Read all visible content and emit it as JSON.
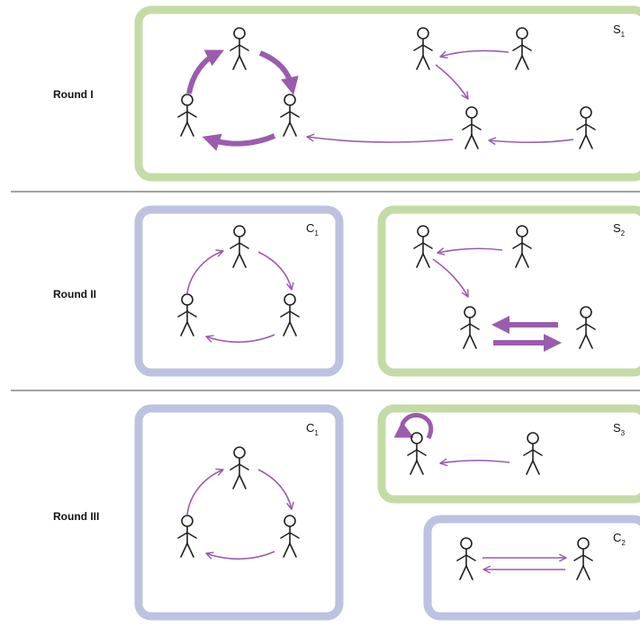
{
  "colors": {
    "state_box": "#c3dca5",
    "cycle_box": "#bcc2e0",
    "arrow": "#9a5cad",
    "divider": "#444444",
    "person": "#222222"
  },
  "rounds": [
    {
      "label": "Round I",
      "boxes": [
        {
          "kind": "state",
          "name": "S",
          "sub": "1"
        }
      ]
    },
    {
      "label": "Round II",
      "boxes": [
        {
          "kind": "cycle",
          "name": "C",
          "sub": "1"
        },
        {
          "kind": "state",
          "name": "S",
          "sub": "2"
        }
      ]
    },
    {
      "label": "Round III",
      "boxes": [
        {
          "kind": "cycle",
          "name": "C",
          "sub": "1"
        },
        {
          "kind": "state",
          "name": "S",
          "sub": "3"
        },
        {
          "kind": "cycle",
          "name": "C",
          "sub": "2"
        }
      ]
    }
  ]
}
